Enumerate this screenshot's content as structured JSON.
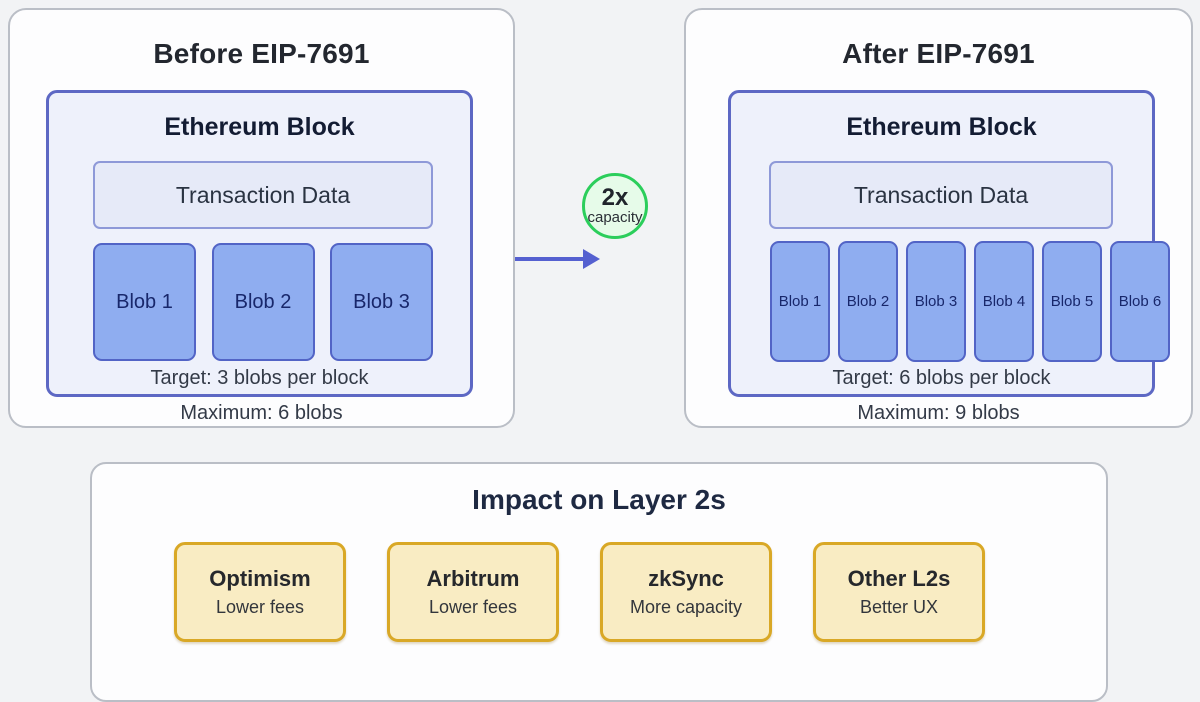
{
  "before_panel": {
    "title": "Before EIP-7691",
    "block_title": "Ethereum Block",
    "transaction_label": "Transaction Data",
    "blobs": [
      "Blob 1",
      "Blob 2",
      "Blob 3"
    ],
    "target": "Target: 3 blobs per block",
    "maximum": "Maximum: 6 blobs"
  },
  "after_panel": {
    "title": "After EIP-7691",
    "block_title": "Ethereum Block",
    "transaction_label": "Transaction Data",
    "blobs": [
      "Blob 1",
      "Blob 2",
      "Blob 3",
      "Blob 4",
      "Blob 5",
      "Blob 6"
    ],
    "target": "Target: 6 blobs per block",
    "maximum": "Maximum: 9 blobs"
  },
  "transition": {
    "badge_value": "2x",
    "badge_label": "capacity"
  },
  "impact_panel": {
    "title": "Impact on Layer 2s",
    "cards": [
      {
        "name": "Optimism",
        "benefit": "Lower fees"
      },
      {
        "name": "Arbitrum",
        "benefit": "Lower fees"
      },
      {
        "name": "zkSync",
        "benefit": "More capacity"
      },
      {
        "name": "Other L2s",
        "benefit": "Better UX"
      }
    ]
  },
  "colors": {
    "page_background": "#f2f3f5",
    "panel_background": "#fdfdfe",
    "panel_border": "#babec6",
    "block_background": "#eef1fb",
    "block_border": "#5d68c4",
    "transaction_background": "#e6eaf8",
    "transaction_border": "#8e99d8",
    "blob_background": "#8fadf0",
    "blob_border": "#5264c6",
    "blob_text": "#18276b",
    "badge_border_green": "#2bce5b",
    "badge_background": "#e6fbe9",
    "arrow": "#5560d0",
    "card_background": "#f9ecc3",
    "card_border": "#d9a826"
  }
}
